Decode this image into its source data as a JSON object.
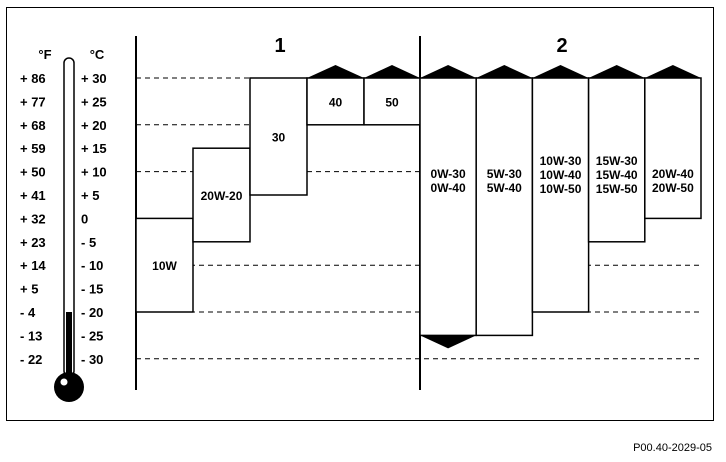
{
  "headers": {
    "group1": "1",
    "group2": "2"
  },
  "units": {
    "fahrenheit": "°F",
    "celsius": "°C"
  },
  "temperature_rows": [
    {
      "f": "+ 86",
      "c": "+ 30"
    },
    {
      "f": "+ 77",
      "c": "+ 25"
    },
    {
      "f": "+ 68",
      "c": "+ 20"
    },
    {
      "f": "+ 59",
      "c": "+ 15"
    },
    {
      "f": "+ 50",
      "c": "+ 10"
    },
    {
      "f": "+ 41",
      "c": "+  5"
    },
    {
      "f": "+ 32",
      "c": "0"
    },
    {
      "f": "+ 23",
      "c": "-  5"
    },
    {
      "f": "+ 14",
      "c": "- 10"
    },
    {
      "f": "+  5",
      "c": "- 15"
    },
    {
      "f": "-  4",
      "c": "- 20"
    },
    {
      "f": "- 13",
      "c": "- 25"
    },
    {
      "f": "- 22",
      "c": "- 30"
    }
  ],
  "dashed_levels_c": [
    30,
    20,
    10,
    -10,
    -20,
    -30
  ],
  "grade_bars": [
    {
      "group": 1,
      "labels": [
        "10W"
      ],
      "min_c": -20,
      "max_c": 0
    },
    {
      "group": 1,
      "labels": [
        "20W-20"
      ],
      "min_c": -5,
      "max_c": 15
    },
    {
      "group": 1,
      "labels": [
        "30"
      ],
      "min_c": 5,
      "max_c": 30
    },
    {
      "group": 1,
      "labels": [
        "40"
      ],
      "min_c": 20,
      "max_c": 30,
      "open_top": true
    },
    {
      "group": 1,
      "labels": [
        "50"
      ],
      "min_c": 20,
      "max_c": 30,
      "open_top": true
    },
    {
      "group": 2,
      "labels": [
        "0W-30",
        "0W-40"
      ],
      "min_c": -25,
      "max_c": 30,
      "open_top": true,
      "open_bottom": true
    },
    {
      "group": 2,
      "labels": [
        "5W-30",
        "5W-40"
      ],
      "min_c": -25,
      "max_c": 30,
      "open_top": true
    },
    {
      "group": 2,
      "labels": [
        "10W-30",
        "10W-40",
        "10W-50"
      ],
      "min_c": -20,
      "max_c": 30,
      "open_top": true
    },
    {
      "group": 2,
      "labels": [
        "15W-30",
        "15W-40",
        "15W-50"
      ],
      "min_c": -5,
      "max_c": 30,
      "open_top": true
    },
    {
      "group": 2,
      "labels": [
        "20W-40",
        "20W-50"
      ],
      "min_c": 0,
      "max_c": 30,
      "open_top": true
    }
  ],
  "thermometer_fill_c": -20,
  "figure_code": "P00.40-2029-05"
}
